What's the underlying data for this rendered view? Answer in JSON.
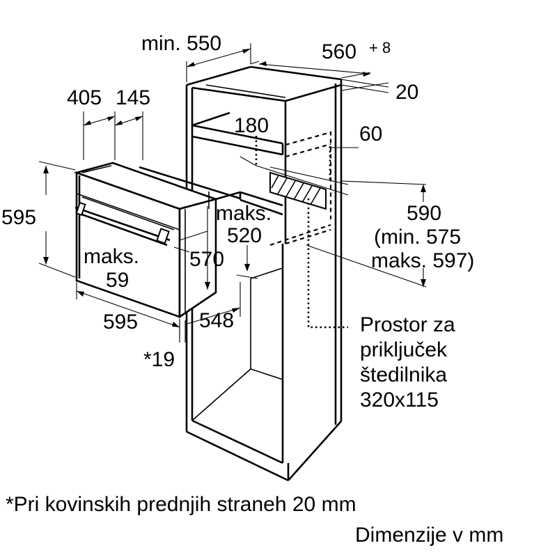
{
  "dimensions": {
    "cabinet_depth": "min. 550",
    "niche_width": "560",
    "niche_width_tolerance": "+ 8",
    "back_gap": "20",
    "depth_405": "405",
    "depth_145": "145",
    "rear_180": "180",
    "rear_60": "60",
    "oven_height": "595",
    "niche_height": "590",
    "niche_height_min": "(min. 575",
    "niche_height_max": "maks. 597)",
    "max_520_line1": "maks.",
    "max_520_line2": "520",
    "oven_width_inner": "570",
    "max_59_line1": "maks.",
    "max_59_line2": "59",
    "oven_width": "595",
    "depth_548": "548",
    "front_19": "*19"
  },
  "connection_label": {
    "line1": "Prostor za",
    "line2": "priključek",
    "line3": "štedilnika",
    "line4": "320x115"
  },
  "footnote": "*Pri kovinskih prednjih straneh 20 mm",
  "units_note": "Dimenzije v mm"
}
